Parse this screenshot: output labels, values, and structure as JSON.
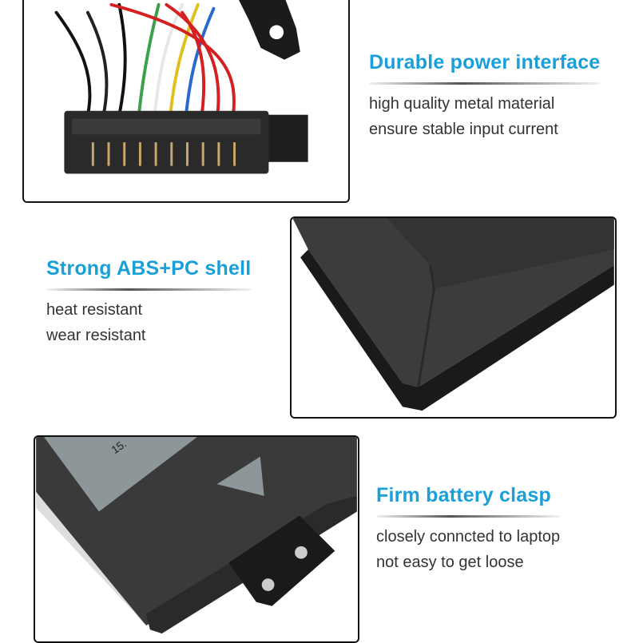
{
  "features": [
    {
      "title": "Durable power interface",
      "lines": [
        "high quality metal material",
        "ensure stable input current"
      ],
      "image": "battery-connector-with-colored-wires"
    },
    {
      "title": "Strong ABS+PC shell",
      "lines": [
        "heat resistant",
        "wear resistant"
      ],
      "image": "battery-shell-corner"
    },
    {
      "title": "Firm battery clasp",
      "lines": [
        "closely conncted to laptop",
        "not easy to get loose"
      ],
      "image": "battery-clasp-tab"
    }
  ],
  "label_fragment": "15.",
  "colors": {
    "accent": "#1a9fd9",
    "body_text": "#333333",
    "frame": "#111111"
  }
}
